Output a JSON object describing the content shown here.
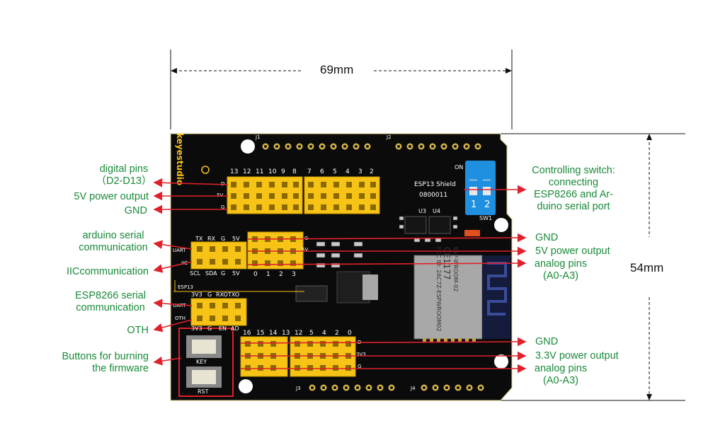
{
  "dimensions": {
    "width_label": "69mm",
    "height_label": "54mm"
  },
  "colors": {
    "label_green": "#1a8a3a",
    "arrow_red": "#e0202a",
    "board": "#0b0b0b",
    "header_yellow": "#f7c316",
    "switch_blue": "#1f8fe0"
  },
  "left_labels": {
    "digital_pins_1": "digital pins",
    "digital_pins_2": "（D2-D13）",
    "power_5v": "5V power output",
    "gnd": "GND",
    "arduino_serial_1": "arduino serial",
    "arduino_serial_2": "communication",
    "iic": "IICcommunication",
    "esp_serial_1": "ESP8266 serial",
    "esp_serial_2": "communication",
    "oth": "OTH",
    "buttons_1": "Buttons for burning",
    "buttons_2": "the firmware"
  },
  "right_labels": {
    "switch_1": "Controlling switch:",
    "switch_2": "connecting",
    "switch_3": "ESP8266 and Ar-",
    "switch_4": "duino serial port",
    "gnd_top": "GND",
    "power_5v": "5V power output",
    "analog_top_1": "analog pins",
    "analog_top_2": "(A0-A3)",
    "gnd_bottom": "GND",
    "power_3v3": "3.3V power output",
    "analog_bottom_1": "analog pins",
    "analog_bottom_2": "(A0-A3)"
  },
  "board_silk": {
    "brand": "keyestudio",
    "shield_name": "ESP13 Shield",
    "shield_code": "0800011",
    "digital_top": [
      "13",
      "12",
      "11",
      "10",
      "9",
      "8",
      "7",
      "6",
      "5",
      "4",
      "3",
      "2"
    ],
    "uart_header": [
      "TX",
      "RX",
      "G",
      "5V"
    ],
    "iic_header": [
      "SCL",
      "SDA",
      "G",
      "5V"
    ],
    "esp_header": [
      "3V3",
      "G",
      "RXO",
      "TXO"
    ],
    "oth_header": [
      "3V3",
      "G",
      "EN",
      "AD"
    ],
    "analog_cols": [
      "0",
      "1",
      "2",
      "3"
    ],
    "bottom_digital": [
      "16",
      "15",
      "14",
      "13",
      "12",
      "5",
      "4",
      "2",
      "0"
    ],
    "uart": "UART",
    "iic": "IIC",
    "oth": "OTH",
    "esp13": "ESP13",
    "key": "KEY",
    "rst": "RST",
    "switch_on": "ON",
    "switch_nums": [
      "1",
      "2"
    ],
    "sw1": "SW1",
    "u3": "U3",
    "u4": "U4",
    "j1": "J1",
    "j2": "J2",
    "j3": "J3",
    "j4": "J4",
    "row_d": "D",
    "row_5v": "5V",
    "row_g": "G",
    "row_3v3": "3V3",
    "module_lines": [
      "ESP-WROOM-02",
      "CE1177",
      "FCC ID: 2AC7Z-ESPWROOM02"
    ]
  }
}
